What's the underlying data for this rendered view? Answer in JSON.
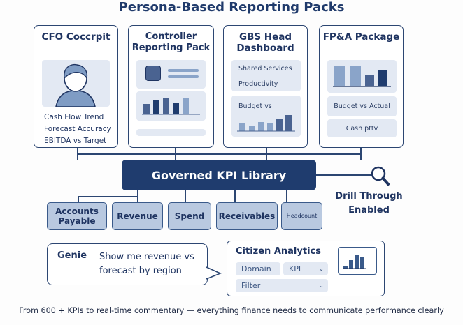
{
  "title": "Persona-Based Reporting Packs",
  "cards": {
    "cfo": {
      "title": "CFO Coccrpit",
      "items": [
        "Cash Flow Trend",
        "Forecast Accuracy",
        "EBITDA vs Target"
      ]
    },
    "controller": {
      "title": "Controller Reporting Pack"
    },
    "gbs": {
      "title": "GBS Head Dashboard",
      "panel1_line1": "Shared Services",
      "panel1_line2": "Productivity",
      "panel2_label": "Budget vs"
    },
    "fpa": {
      "title": "FP&A Package",
      "item1": "Budget vs Actual",
      "item2": "Cash pttv"
    }
  },
  "library": {
    "label": "Governed KPI Library"
  },
  "drill": {
    "label": "Drill Through Enabled"
  },
  "kpis": [
    "Accounts Payable",
    "Revenue",
    "Spend",
    "Receivables",
    "Headcount"
  ],
  "genie": {
    "name": "Genie",
    "prompt": "Show me revenue vs forecast by region"
  },
  "citizen": {
    "title": "Citizen Analytics",
    "domain": "Domain",
    "kpi": "KPI",
    "filter": "Filter"
  },
  "footer": "From 600 + KPIs to real-time commentary — everything finance needs to communicate performance clearly",
  "colors": {
    "primary": "#1f3c6e",
    "panel": "#e3e9f3",
    "kpi_fill": "#b9c9e0"
  }
}
